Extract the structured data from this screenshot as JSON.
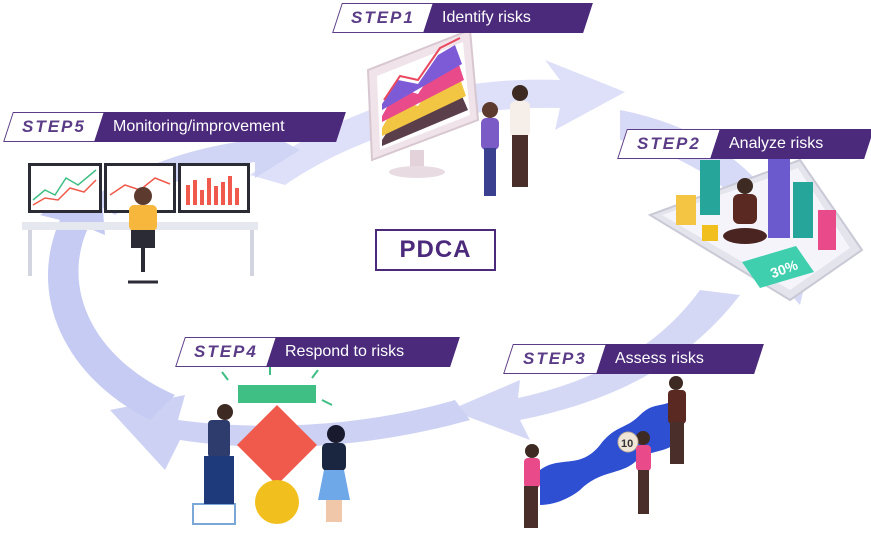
{
  "center_label": "PDCA",
  "steps": [
    {
      "step": "STEP1",
      "label": "Identify risks"
    },
    {
      "step": "STEP2",
      "label": "Analyze risks"
    },
    {
      "step": "STEP3",
      "label": "Assess risks"
    },
    {
      "step": "STEP4",
      "label": "Respond to risks"
    },
    {
      "step": "STEP5",
      "label": "Monitoring/improvement"
    }
  ],
  "illustrations": {
    "tablet_badge": "30%",
    "sign_number": "10"
  },
  "colors": {
    "brand_purple": "#4b2a7b",
    "arrow_light": "#d9dcf7",
    "arrow_mid": "#bcc2f2",
    "wave_blue": "#2e4fd1",
    "bar_teal": "#26a69a",
    "bar_purple": "#6a5acd",
    "bar_yellow": "#f4c542",
    "bar_pink": "#e94b8a",
    "shape_red": "#ef5a4c",
    "shape_green": "#3fbf84",
    "shape_yellow": "#f2c01e"
  }
}
